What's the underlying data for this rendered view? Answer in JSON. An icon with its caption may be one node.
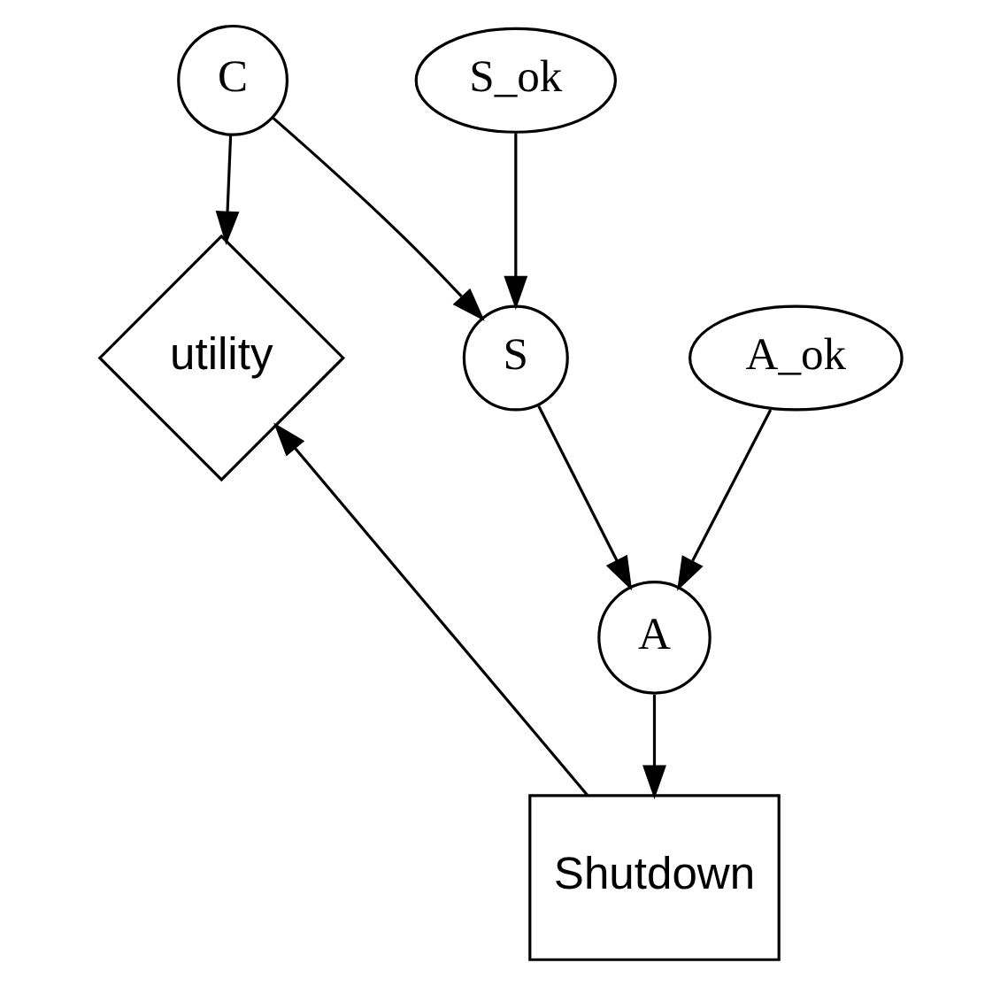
{
  "diagram": {
    "nodes": [
      {
        "text": [
          "C"
        ]
      },
      {
        "text": [
          "S_ok"
        ]
      },
      {
        "text": [
          "utility"
        ]
      },
      {
        "text": [
          "S"
        ]
      },
      {
        "text": [
          "A_ok"
        ]
      },
      {
        "text": [
          "A"
        ]
      },
      {
        "text": [
          "Shutdown"
        ]
      }
    ],
    "edges": [
      {
        "from": 0,
        "to": 2,
        "arrow": "to"
      },
      {
        "from": 0,
        "to": 3,
        "arrow": "to"
      },
      {
        "from": 1,
        "to": 3,
        "arrow": "to"
      },
      {
        "from": 3,
        "to": 5,
        "arrow": "to"
      },
      {
        "from": 4,
        "to": 5,
        "arrow": "to"
      },
      {
        "from": 5,
        "to": 6,
        "arrow": "to"
      },
      {
        "from": 6,
        "to": 2,
        "arrow": "to"
      }
    ]
  }
}
